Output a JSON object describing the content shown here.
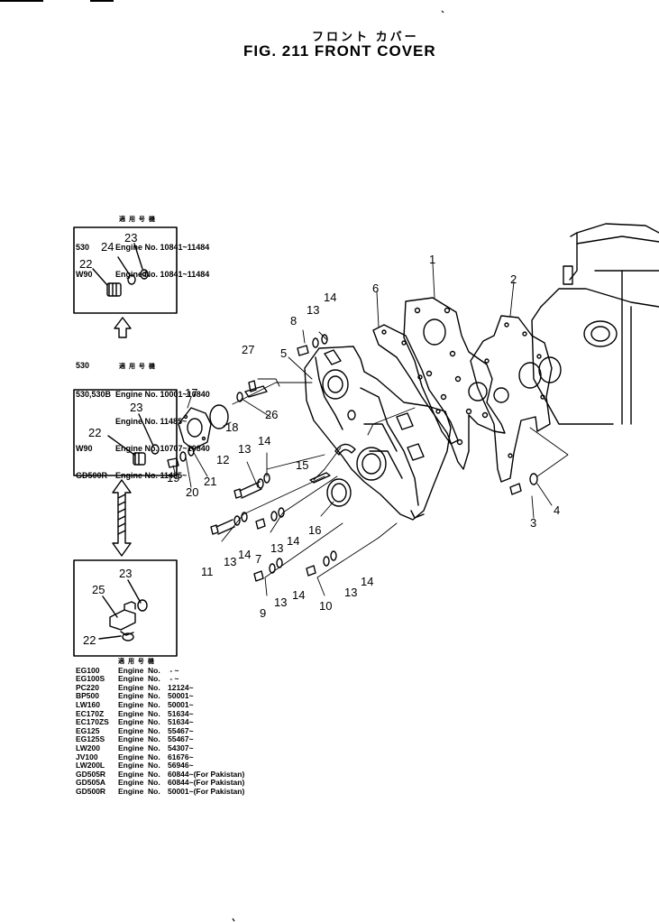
{
  "header": {
    "title_jp": "フロント カバー",
    "title_en": "FIG. 211  FRONT COVER"
  },
  "note_top": {
    "jp": "適 用 号 機",
    "lines": [
      {
        "model": "530",
        "text": "Engine No. 10841~11484"
      },
      {
        "model": "W90",
        "text": "Engine No. 10841~11484"
      }
    ]
  },
  "note_mid": {
    "lines": [
      {
        "model": "530",
        "text": "適 用 号 機"
      },
      {
        "model": "530,530B",
        "text": "Engine No. 10001~10840"
      },
      {
        "model": "",
        "text": "Engine No. 11485~"
      },
      {
        "model": "W90",
        "text": "Engine No. 10707~10840"
      },
      {
        "model": "GD500R",
        "text": "Engine No. 11485~"
      }
    ]
  },
  "note_bottom": {
    "jp": "適 用 号 機",
    "rows": [
      {
        "model": "EG100",
        "engine": "Engine",
        "no": "No.",
        "range": "  -  ~"
      },
      {
        "model": "EG100S",
        "engine": "Engine",
        "no": "No.",
        "range": "  -  ~"
      },
      {
        "model": "PC220",
        "engine": "Engine",
        "no": "No.",
        "range": "12124~"
      },
      {
        "model": "BP500",
        "engine": "Engine",
        "no": "No.",
        "range": "50001~"
      },
      {
        "model": "LW160",
        "engine": "Engine",
        "no": "No.",
        "range": "50001~"
      },
      {
        "model": "EC170Z",
        "engine": "Engine",
        "no": "No.",
        "range": "51634~"
      },
      {
        "model": "EC170ZS",
        "engine": "Engine",
        "no": "No.",
        "range": "51634~"
      },
      {
        "model": "EG125",
        "engine": "Engine",
        "no": "No.",
        "range": "55467~"
      },
      {
        "model": "EG125S",
        "engine": "Engine",
        "no": "No.",
        "range": "55467~"
      },
      {
        "model": "LW200",
        "engine": "Engine",
        "no": "No.",
        "range": "54307~"
      },
      {
        "model": "JV100",
        "engine": "Engine",
        "no": "No.",
        "range": "61676~"
      },
      {
        "model": "LW200L",
        "engine": "Engine",
        "no": "No.",
        "range": "56946~"
      },
      {
        "model": "GD505R",
        "engine": "Engine",
        "no": "No.",
        "range": "60844~(For  Pakistan)"
      },
      {
        "model": "GD505A",
        "engine": "Engine",
        "no": "No.",
        "range": "60844~(For  Pakistan)"
      },
      {
        "model": "GD500R",
        "engine": "Engine",
        "no": "No.",
        "range": "50001~(For  Pakistan)"
      }
    ]
  },
  "callouts": [
    "1",
    "2",
    "3",
    "4",
    "5",
    "6",
    "7",
    "8",
    "9",
    "10",
    "11",
    "12",
    "13",
    "14",
    "15",
    "16",
    "17",
    "18",
    "19",
    "20",
    "21",
    "22",
    "23",
    "24",
    "25",
    "26",
    "27"
  ],
  "callout_labels": {
    "p1": "1",
    "p2": "2",
    "p3": "3",
    "p4": "4",
    "p5": "5",
    "p6": "6",
    "p7": "7",
    "p8": "8",
    "p9": "9",
    "p10": "10",
    "p11": "11",
    "p12": "12",
    "p13a": "13",
    "p13b": "13",
    "p13c": "13",
    "p13d": "13",
    "p13e": "13",
    "p13f": "13",
    "p14a": "14",
    "p14b": "14",
    "p14c": "14",
    "p14d": "14",
    "p14e": "14",
    "p14f": "14",
    "p15": "15",
    "p16": "16",
    "p17": "17",
    "p18": "18",
    "p19": "19",
    "p20": "20",
    "p21": "21",
    "p22a": "22",
    "p22b": "22",
    "p22c": "22",
    "p23a": "23",
    "p23b": "23",
    "p23c": "23",
    "p24": "24",
    "p25": "25",
    "p26": "26",
    "p27": "27"
  }
}
